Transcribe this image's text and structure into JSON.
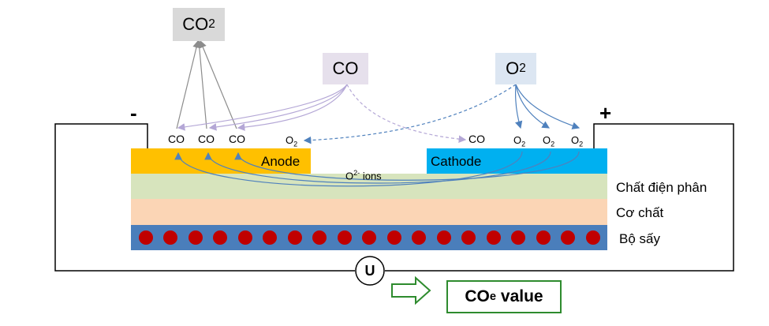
{
  "molecules": {
    "co2_box": {
      "text": "CO",
      "sub": "2"
    },
    "co_box": {
      "text": "CO"
    },
    "o2_box": {
      "text": "O",
      "sub": "2"
    }
  },
  "electrodes": {
    "anode": "Anode",
    "cathode": "Cathode",
    "minus": "-",
    "plus": "+"
  },
  "surface_species": {
    "anode_co": [
      "CO",
      "CO",
      "CO"
    ],
    "anode_o2": {
      "text": "O",
      "sub": "2"
    },
    "cathode_co": "CO",
    "cathode_o2": [
      {
        "text": "O",
        "sub": "2"
      },
      {
        "text": "O",
        "sub": "2"
      },
      {
        "text": "O",
        "sub": "2"
      }
    ]
  },
  "ions": {
    "base": "O",
    "sup": "2-",
    "rest": " ions"
  },
  "layers": {
    "electrolyte": "Chất điện phân",
    "substrate": "Cơ chất",
    "heater": "Bộ sấy"
  },
  "meter": {
    "symbol": "U"
  },
  "output": {
    "text": "CO",
    "sub": "e",
    "rest": " value"
  },
  "colors": {
    "anode": "#ffc000",
    "cathode": "#00b0f0",
    "electrolyte": "#d7e4bd",
    "substrate": "#fbd5b5",
    "heater": "#4a7ebb",
    "heater_dots": "#c00000",
    "gray_arrow": "#8c8c8c",
    "purple_arrow": "#b4a7d6",
    "blue_arrow": "#4f81bd",
    "output_border": "#2e8b2e"
  }
}
